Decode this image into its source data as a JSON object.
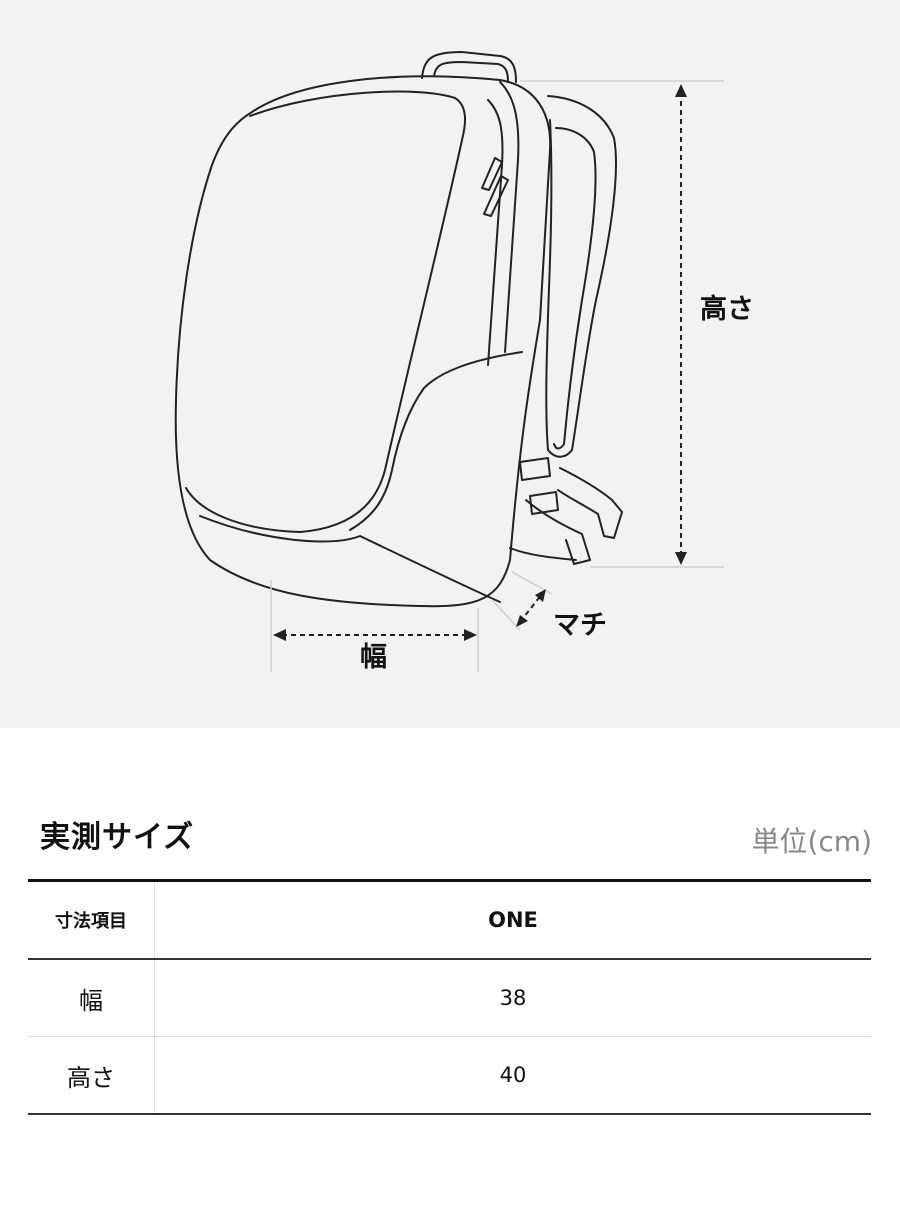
{
  "diagram": {
    "height_label": "高さ",
    "depth_label": "マチ",
    "width_label": "幅",
    "line_color": "#222222",
    "guide_color": "#cfcfcf"
  },
  "section": {
    "title": "実測サイズ",
    "unit": "単位(cm)"
  },
  "table": {
    "header": {
      "key": "寸法項目",
      "value": "ONE"
    },
    "rows": [
      {
        "key": "幅",
        "value": "38"
      },
      {
        "key": "高さ",
        "value": "40"
      }
    ]
  }
}
